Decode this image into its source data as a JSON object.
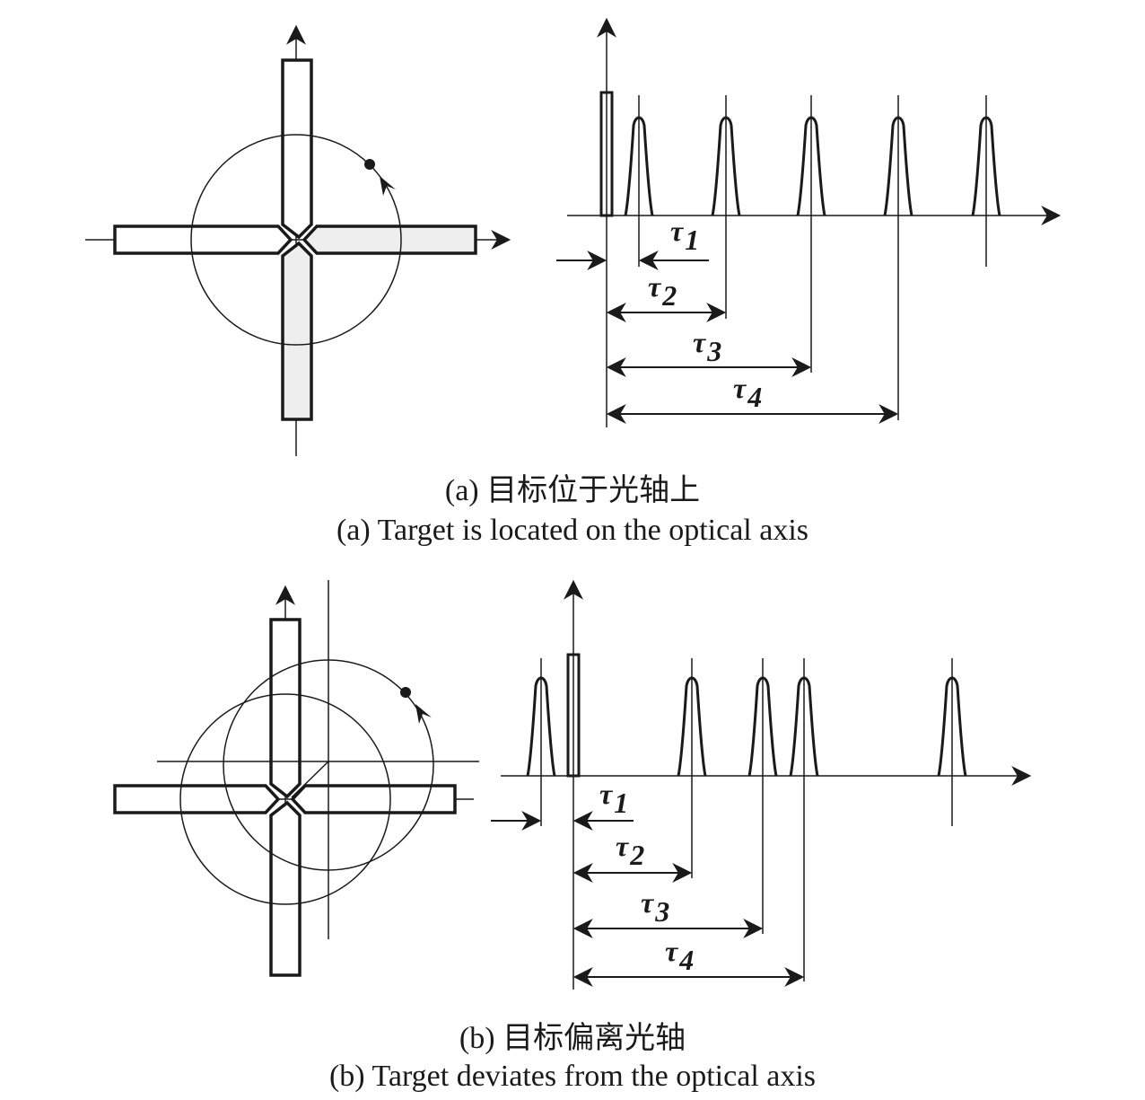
{
  "panel_a": {
    "caption_zh": "(a) 目标位于光轴上",
    "caption_en": "(a) Target is located on the optical axis",
    "labels": [
      {
        "sym": "τ",
        "sub": "1"
      },
      {
        "sym": "τ",
        "sub": "2"
      },
      {
        "sym": "τ",
        "sub": "3"
      },
      {
        "sym": "τ",
        "sub": "4"
      }
    ]
  },
  "panel_b": {
    "caption_zh": "(b) 目标偏离光轴",
    "caption_en": "(b) Target deviates from the optical axis",
    "labels": [
      {
        "sym": "τ",
        "sub": "1"
      },
      {
        "sym": "τ",
        "sub": "2"
      },
      {
        "sym": "τ",
        "sub": "3"
      },
      {
        "sym": "τ",
        "sub": "4"
      }
    ]
  },
  "colors": {
    "stroke": "#1a1a1a",
    "fill_light": "#eeeeee"
  }
}
